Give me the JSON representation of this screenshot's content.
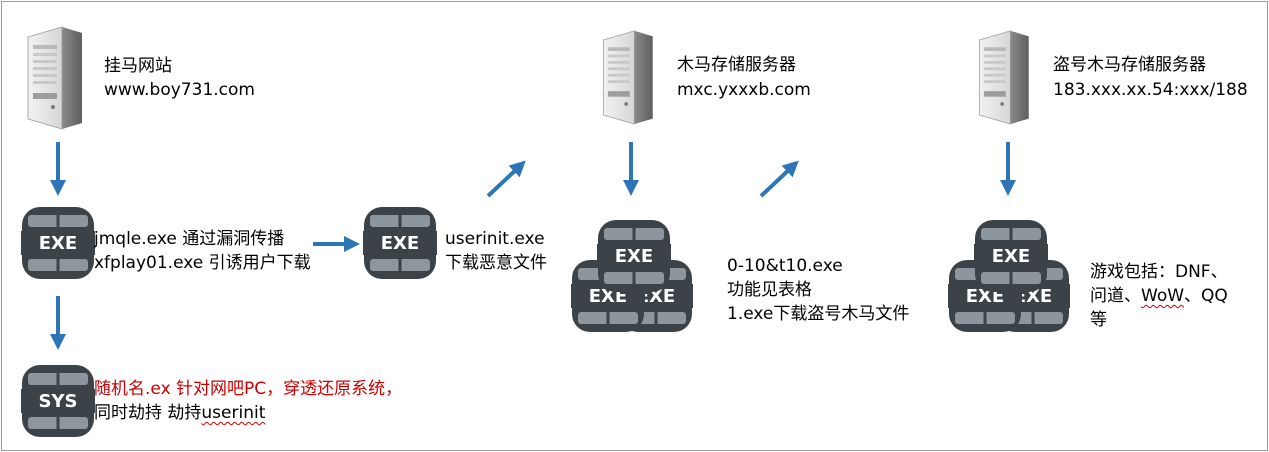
{
  "servers": [
    {
      "title": "挂马网站",
      "address": "www.boy731.com"
    },
    {
      "title": "木马存储服务器",
      "address": "mxc.yxxxb.com"
    },
    {
      "title": "盗号木马存储服务器",
      "address": "183.xxx.xx.54:xxx/188"
    }
  ],
  "stage1": {
    "icon_label": "EXE",
    "line1": "jmqle.exe 通过漏洞传播",
    "line2": "xfplay01.exe 引诱用户下载"
  },
  "stage2": {
    "icon_label": "EXE",
    "line1": "userinit.exe",
    "line2": "下载恶意文件"
  },
  "stage3": {
    "icon_label": "EXE",
    "line1": "0-10&t10.exe",
    "line2": "功能见表格",
    "line3": "1.exe下载盗号木马文件"
  },
  "stage4": {
    "icon_label": "EXE",
    "line1": "游戏包括：DNF、",
    "line2_a": "问道、",
    "line2_b": "WoW",
    "line2_c": "、QQ",
    "line3": "等"
  },
  "sys_stage": {
    "icon_label": "SYS",
    "line1": "随机名.ex 针对网吧PC，穿透还原系统，",
    "line2_a": "同时劫持 劫持",
    "line2_b": "userinit"
  },
  "colors": {
    "arrow": "#2e75b6",
    "icon_dark": "#3b4248",
    "icon_light": "#8d969d",
    "red_text": "#cc0000"
  },
  "icons": [
    "server-icon",
    "exe-file-icon",
    "sys-file-icon",
    "arrow-down",
    "arrow-right",
    "arrow-up-right"
  ]
}
